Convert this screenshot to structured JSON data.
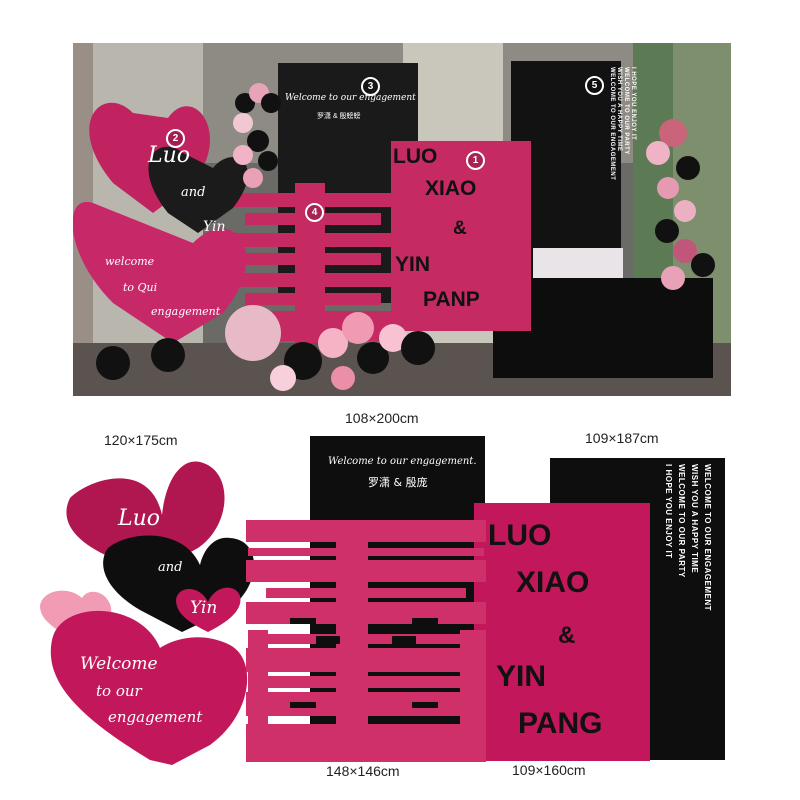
{
  "photo": {
    "markers": [
      "1",
      "2",
      "3",
      "4",
      "5"
    ],
    "board_heart_text": [
      "Luo",
      "and",
      "Yin"
    ],
    "board_welcome_text": [
      "welcome",
      "to Qui",
      "engagement"
    ],
    "board_black_title": "Welcome to our engagement",
    "board_black_names": "罗潇 & 殷螃螃",
    "board_names": [
      "LUO",
      "XIAO",
      "&",
      "YIN",
      "PANP"
    ],
    "board_vertical": [
      "WELCOME TO OUR ENGAGEMENT",
      "WISH YOU A HAPPY TIME",
      "WELCOME TO OUR PARTY",
      "I HOPE YOU ENJOY IT"
    ]
  },
  "dimensions": {
    "hearts": "120×175cm",
    "black_board": "108×200cm",
    "tall_board": "109×187cm",
    "xi_symbol": "148×146cm",
    "name_board": "109×160cm"
  },
  "hearts": {
    "luo": "Luo",
    "and": "and",
    "yin": "Yin",
    "welcome": [
      "Welcome",
      "to our",
      "engagement"
    ]
  },
  "black_board": {
    "title": "Welcome to our engagement.",
    "names": "罗潇 & 殷庞"
  },
  "name_board": {
    "lines": [
      "LUO",
      "XIAO",
      "&",
      "YIN",
      "PANG"
    ]
  },
  "tall_board": {
    "vertical_lines": [
      "WELCOME TO OUR ENGAGEMENT",
      "WISH YOU A HAPPY TIME",
      "WELCOME TO OUR PARTY",
      "I HOPE YOU ENJOY IT"
    ]
  },
  "colors": {
    "rose": "#c2185b",
    "deep_rose": "#b0164f",
    "magenta": "#d0306a",
    "pink": "#e58fb0",
    "black": "#0e0e0e",
    "light_pink": "#f6c5d3"
  }
}
